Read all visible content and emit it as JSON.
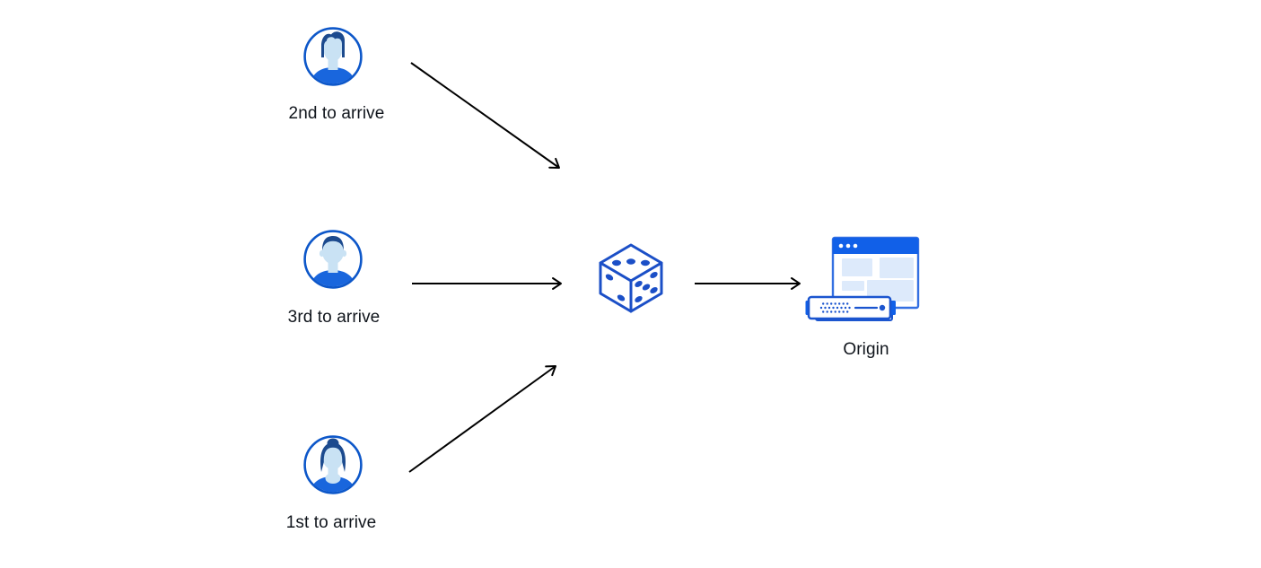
{
  "diagram": {
    "description": "Random traffic steering diagram: three users arriving in different order are routed via a dice (random selection) to an origin server",
    "nodes": {
      "second_user": {
        "label": "2nd to arrive",
        "icon": "male-pompadour-avatar"
      },
      "third_user": {
        "label": "3rd to arrive",
        "icon": "male-short-hair-avatar"
      },
      "first_user": {
        "label": "1st to arrive",
        "icon": "female-bun-avatar"
      },
      "randomizer": {
        "icon": "dice"
      },
      "origin": {
        "label": "Origin",
        "icon": "browser-and-server"
      }
    },
    "edges": [
      {
        "from": "second_user",
        "to": "randomizer"
      },
      {
        "from": "third_user",
        "to": "randomizer"
      },
      {
        "from": "first_user",
        "to": "randomizer"
      },
      {
        "from": "randomizer",
        "to": "origin"
      }
    ],
    "colors": {
      "background": "#ffffff",
      "avatar_ring_blue": "#0d57c9",
      "avatar_face_light": "#c9e2f4",
      "avatar_hair_navy": "#1c4a8e",
      "avatar_shirt_blue": "#1966dd",
      "dice_blue": "#1b4fc7",
      "browser_bar_blue": "#1160e8",
      "browser_border_blue": "#3470e2",
      "server_border_blue": "#1b55cf",
      "panel_light_blue": "#ddeafb",
      "server_shadow_blue": "#cfe4f8",
      "arrow_black": "#000000"
    }
  }
}
